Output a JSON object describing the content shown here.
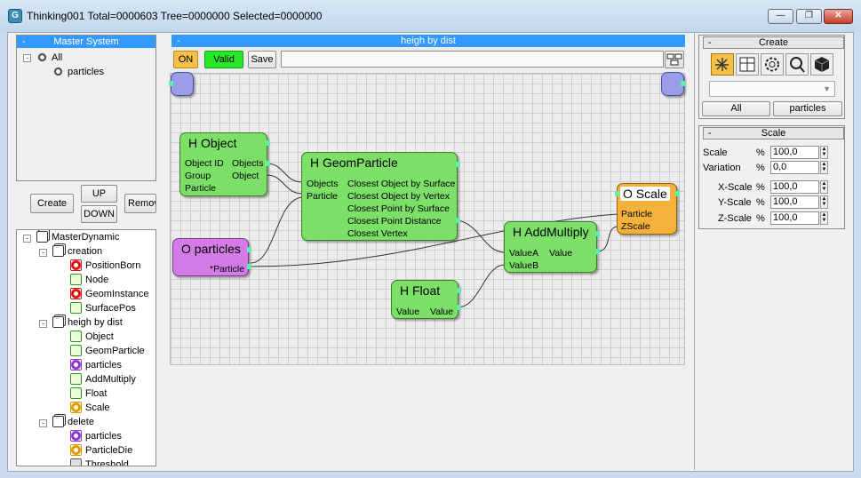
{
  "window": {
    "title": "Thinking001  Total=0000603  Tree=0000000  Selected=0000000",
    "min_label": "—",
    "max_label": "❐",
    "close_label": "✕"
  },
  "master": {
    "title": "Master System",
    "collapse": "-",
    "tree": [
      {
        "label": "All"
      },
      {
        "label": "particles"
      }
    ]
  },
  "left_buttons": {
    "create": "Create",
    "up": "UP",
    "down": "DOWN",
    "remove": "Remov"
  },
  "dynamic_tree": {
    "root": "MasterDynamic",
    "groups": [
      {
        "label": "creation",
        "items": [
          {
            "label": "PositionBorn",
            "icon": "red-gear-icon"
          },
          {
            "label": "Node",
            "icon": "green-operator-icon"
          },
          {
            "label": "GeomInstance",
            "icon": "red-gear-icon"
          },
          {
            "label": "SurfacePos",
            "icon": "green-operator-icon"
          }
        ]
      },
      {
        "label": "heigh by dist",
        "items": [
          {
            "label": "Object",
            "icon": "green-operator-icon"
          },
          {
            "label": "GeomParticle",
            "icon": "green-operator-icon"
          },
          {
            "label": "particles",
            "icon": "purple-gear-icon"
          },
          {
            "label": "AddMultiply",
            "icon": "green-operator-icon"
          },
          {
            "label": "Float",
            "icon": "green-operator-icon"
          },
          {
            "label": "Scale",
            "icon": "orange-gear-icon"
          }
        ]
      },
      {
        "label": "delete",
        "items": [
          {
            "label": "particles",
            "icon": "purple-gear-icon"
          },
          {
            "label": "ParticleDie",
            "icon": "orange-gear-icon"
          },
          {
            "label": "Threshold",
            "icon": "gray-operator-icon"
          }
        ]
      }
    ]
  },
  "graph": {
    "title": "heigh by dist",
    "collapse": "-",
    "on_label": "ON",
    "valid_label": "Valid",
    "save_label": "Save",
    "name_value": "",
    "nodes": {
      "h_object": {
        "title": "H Object",
        "rows": [
          "Object ID",
          "Group",
          "Particle"
        ],
        "outs": [
          "Objects",
          "Object"
        ]
      },
      "o_particles": {
        "title": "O particles",
        "out": "*Particle"
      },
      "geom": {
        "title": "H GeomParticle",
        "ins": [
          "Objects",
          "Particle"
        ],
        "outs": [
          "Closest Object by Surface",
          "Closest Object by Vertex",
          "Closest Point by Surface",
          "Closest Point Distance",
          "Closest Vertex"
        ]
      },
      "add": {
        "title": "H AddMultiply",
        "ins": [
          "ValueA",
          "ValueB"
        ],
        "out": "Value"
      },
      "float": {
        "title": "H Float",
        "in": "Value",
        "out": "Value"
      },
      "scale": {
        "title": "O Scale",
        "ins": [
          "Particle",
          "ZScale"
        ]
      }
    }
  },
  "create_panel": {
    "title": "Create",
    "collapse": "-",
    "dropdown_value": "",
    "all_label": "All",
    "particles_label": "particles"
  },
  "scale_panel": {
    "title": "Scale",
    "collapse": "-",
    "rows": [
      {
        "label": "Scale",
        "unit": "%",
        "value": "100,0"
      },
      {
        "label": "Variation",
        "unit": "%",
        "value": "0,0"
      },
      {
        "label": "X-Scale",
        "unit": "%",
        "value": "100,0"
      },
      {
        "label": "Y-Scale",
        "unit": "%",
        "value": "100,0"
      },
      {
        "label": "Z-Scale",
        "unit": "%",
        "value": "100,0"
      }
    ]
  },
  "colors": {
    "panel_title": "#3399ff",
    "node_green": "#7ce068",
    "node_purple": "#d37ce8",
    "node_orange": "#f4b23d",
    "valid_green": "#27e827"
  }
}
